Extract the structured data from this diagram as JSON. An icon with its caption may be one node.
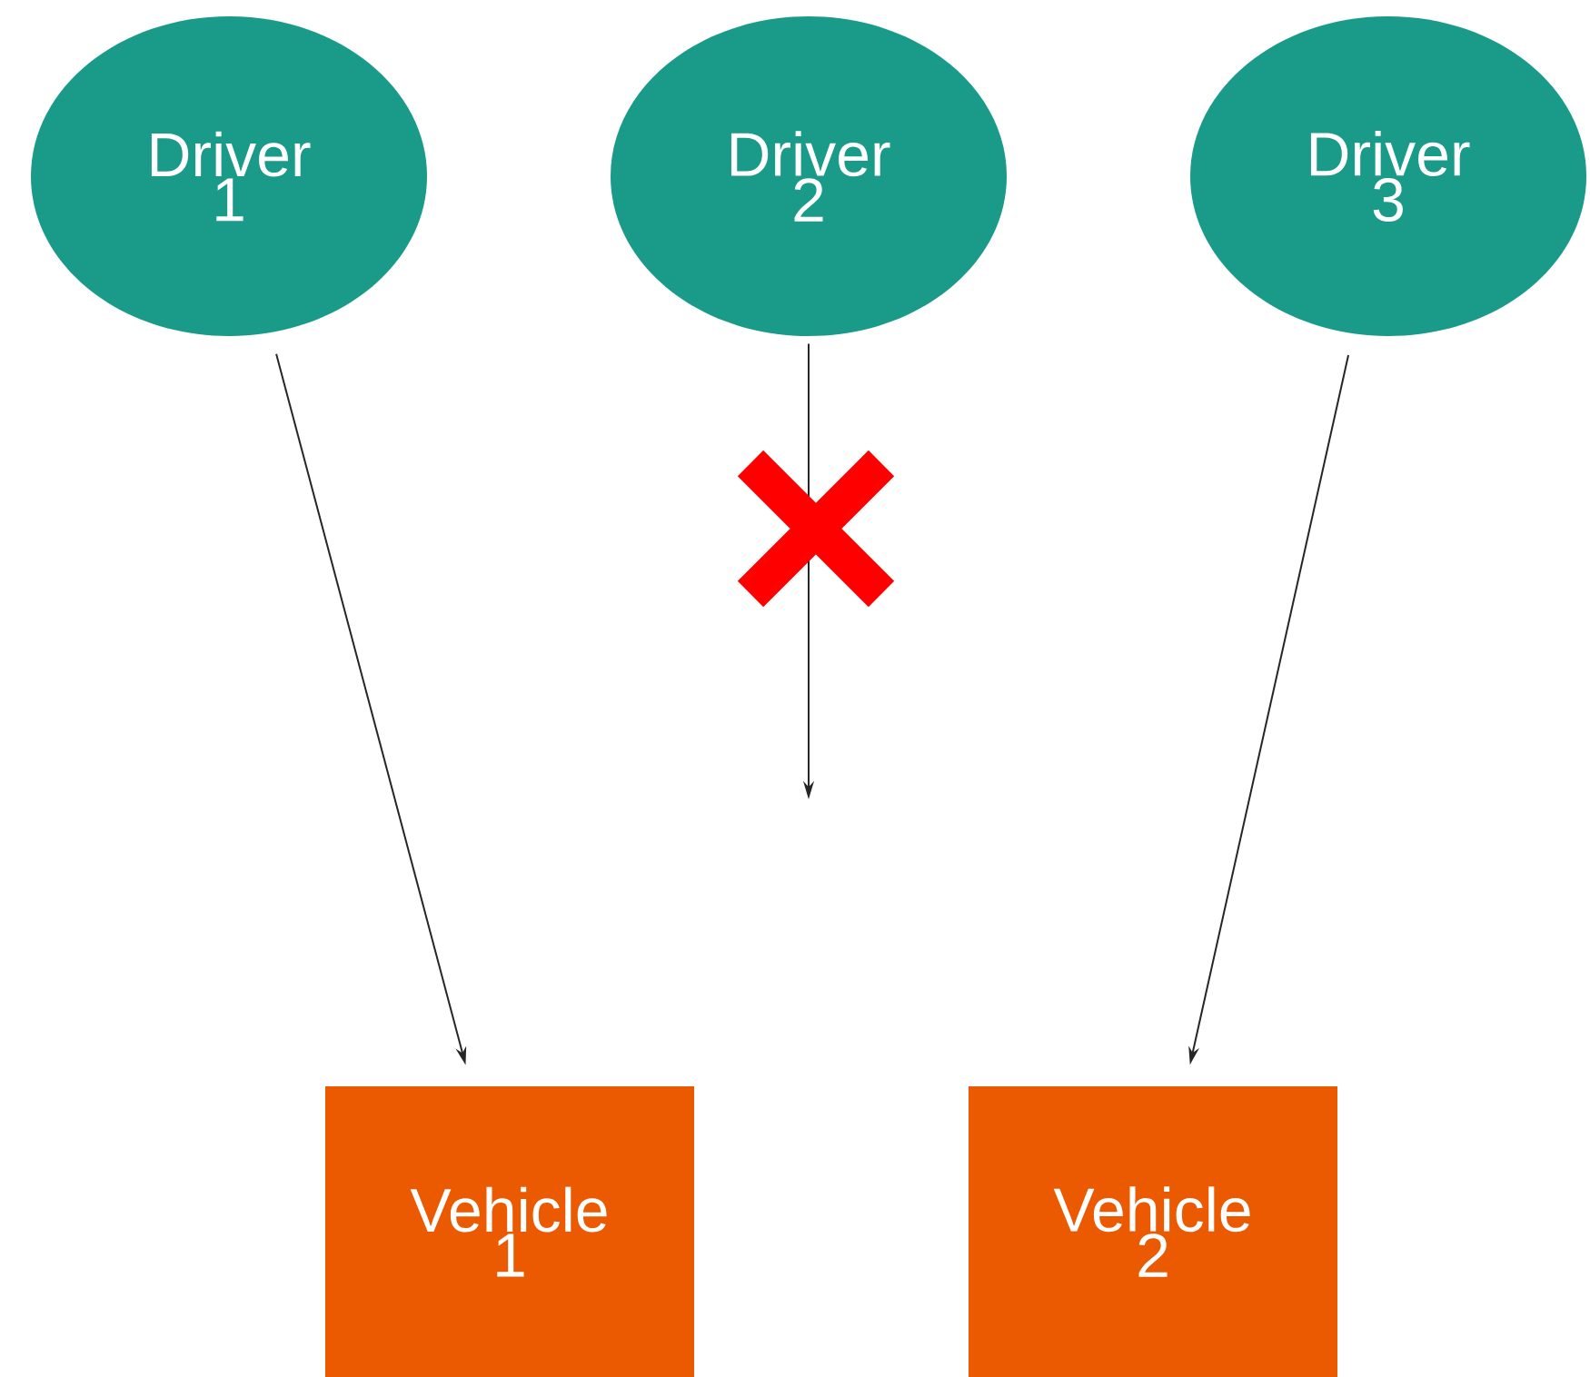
{
  "diagram": {
    "nodes": [
      {
        "text": [
          "Driver 1"
        ]
      },
      {
        "text": [
          "Driver 2"
        ]
      },
      {
        "text": [
          "Driver 3"
        ]
      },
      {
        "text": [
          "Vehicle 1"
        ]
      },
      {
        "text": [
          "Vehicle 2"
        ]
      }
    ],
    "edges": [
      {
        "from": 0,
        "to": 3,
        "arrow": "to"
      },
      {
        "from": 1,
        "to": null,
        "arrow": "to"
      },
      {
        "from": 2,
        "to": 4,
        "arrow": "to"
      }
    ]
  }
}
